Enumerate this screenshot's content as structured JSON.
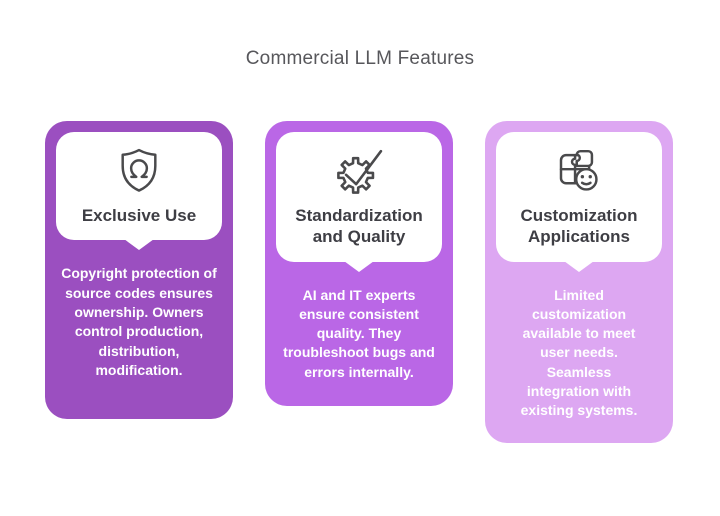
{
  "page": {
    "title": "Commercial LLM Features",
    "background": "#ffffff",
    "title_color": "#57575b"
  },
  "cards": [
    {
      "id": "exclusive-use",
      "icon": "shield-user-icon",
      "title": "Exclusive Use",
      "body": "Copyright protection of source codes ensures ownership. Owners control production, distribution, modification.",
      "color": "#9b4fc0"
    },
    {
      "id": "standardization-and-quality",
      "icon": "gear-check-icon",
      "title": "Standardization and Quality",
      "body": "AI and IT experts ensure consistent quality. They troubleshoot bugs and errors internally.",
      "color": "#ba67e6"
    },
    {
      "id": "customization-applications",
      "icon": "puzzle-smiley-icon",
      "title": "Customization Applications",
      "body": "Limited customization available to meet user needs. Seamless integration with existing systems.",
      "color": "#dda7f2"
    }
  ]
}
